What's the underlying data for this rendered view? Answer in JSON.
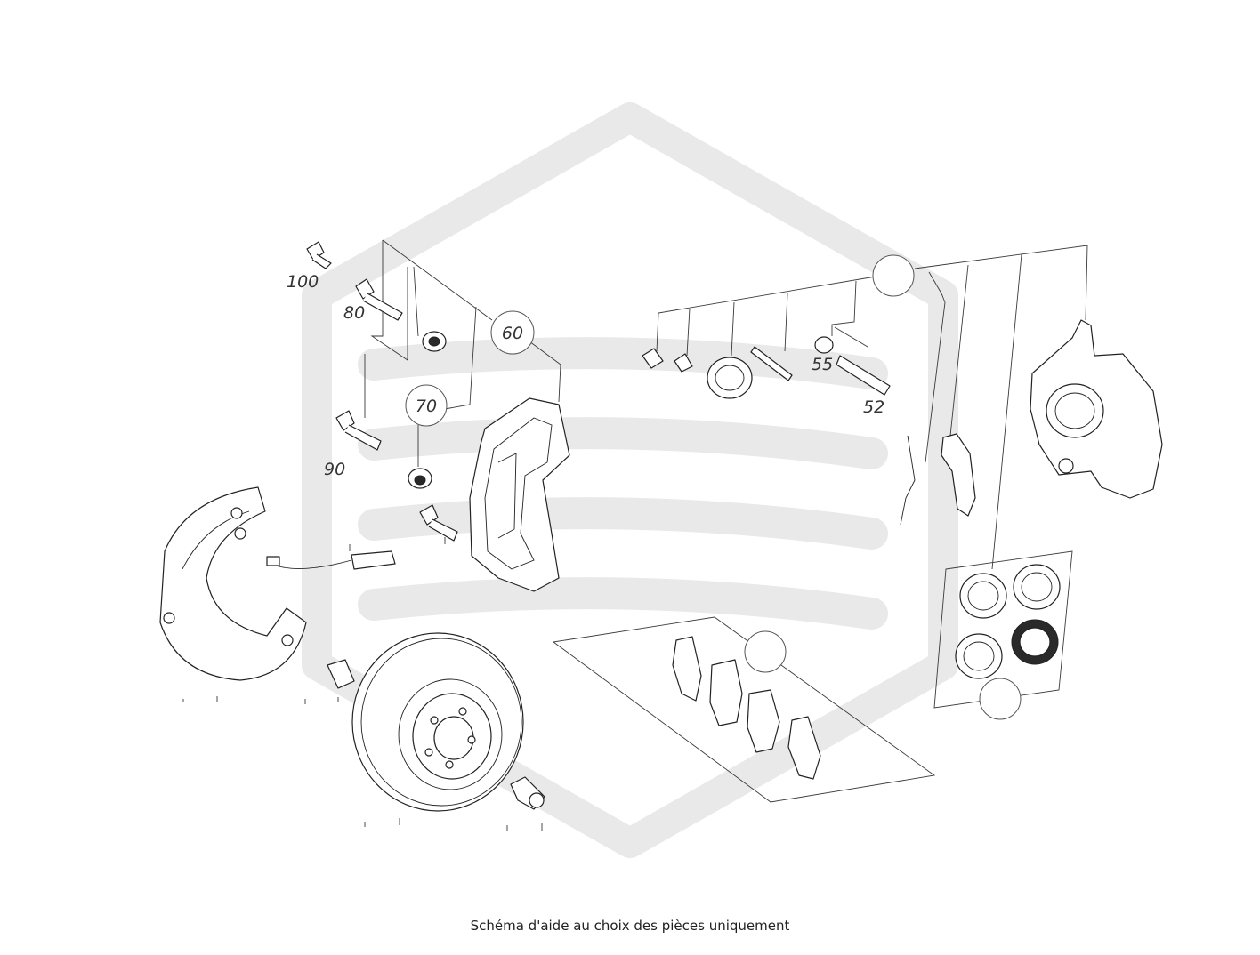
{
  "caption": "Schéma d'aide au choix des pièces uniquement",
  "callouts": [
    {
      "id": "100",
      "label": "100"
    },
    {
      "id": "80",
      "label": "80"
    },
    {
      "id": "60",
      "label": "60"
    },
    {
      "id": "70",
      "label": "70"
    },
    {
      "id": "90",
      "label": "90"
    },
    {
      "id": "55",
      "label": "55"
    },
    {
      "id": "52",
      "label": "52"
    },
    {
      "id": "caliper-group",
      "label": ""
    },
    {
      "id": "pads-group",
      "label": ""
    },
    {
      "id": "seals-group",
      "label": ""
    }
  ],
  "colors": {
    "line": "#333333",
    "watermark": "#e9e9e9",
    "background": "#ffffff"
  }
}
